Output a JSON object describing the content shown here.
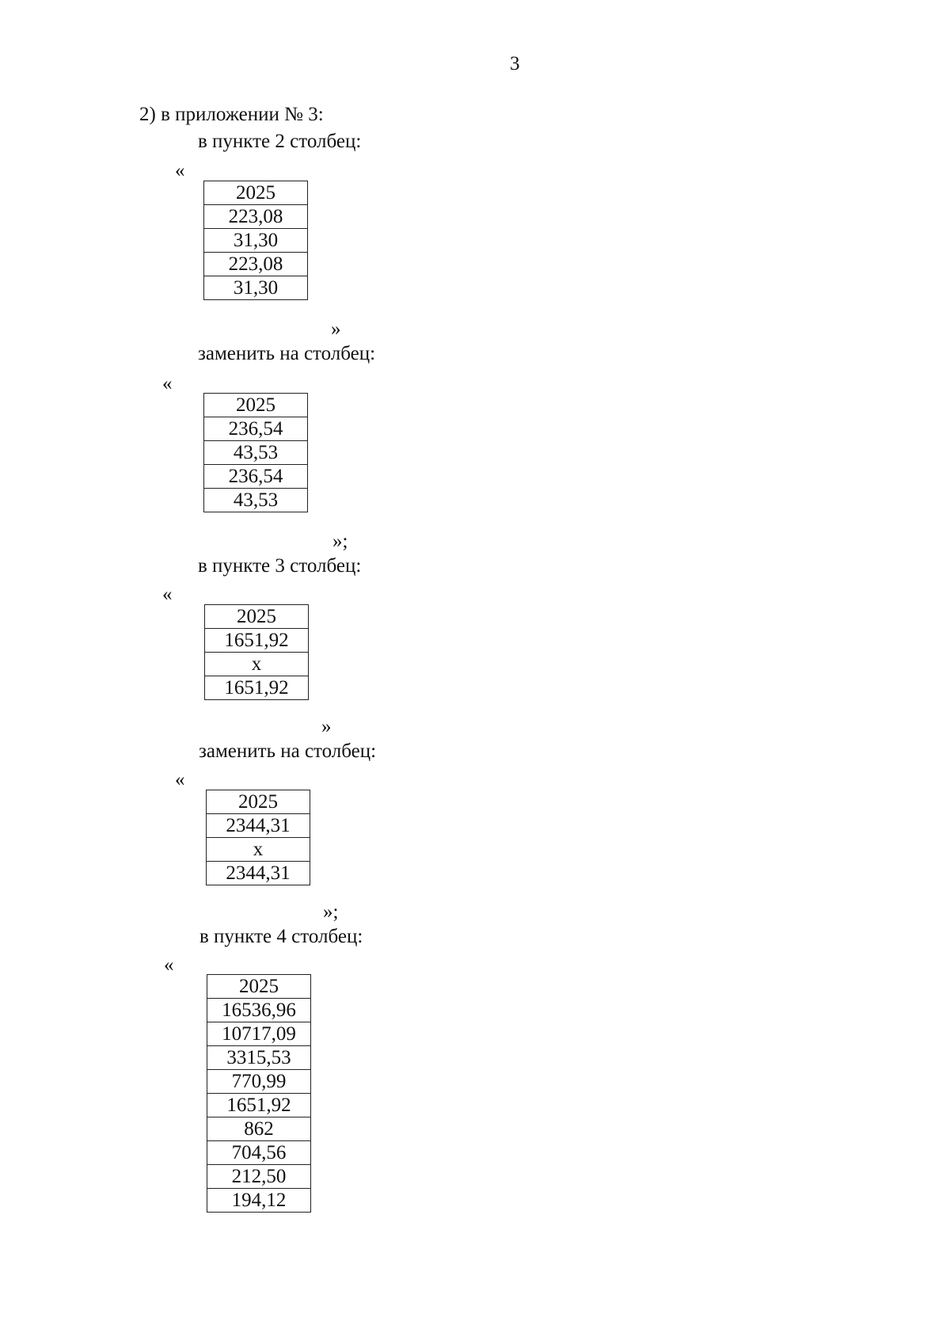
{
  "page_number": "3",
  "heading": "2) в приложении № 3:",
  "quote_open": "«",
  "quote_close": "»",
  "quote_close_semicolon": "»;",
  "block1": {
    "label": "в пункте 2 столбец:",
    "old": [
      "2025",
      "223,08",
      "31,30",
      "223,08",
      "31,30"
    ],
    "replace_label": "заменить на столбец:",
    "new": [
      "2025",
      "236,54",
      "43,53",
      "236,54",
      "43,53"
    ]
  },
  "block2": {
    "label": "в пункте 3 столбец:",
    "old": [
      "2025",
      "1651,92",
      "х",
      "1651,92"
    ],
    "replace_label": "заменить на столбец:",
    "new": [
      "2025",
      "2344,31",
      "х",
      "2344,31"
    ]
  },
  "block3": {
    "label": "в пункте 4 столбец:",
    "old": [
      "2025",
      "16536,96",
      "10717,09",
      "3315,53",
      "770,99",
      "1651,92",
      "862",
      "704,56",
      "212,50",
      "194,12"
    ]
  }
}
